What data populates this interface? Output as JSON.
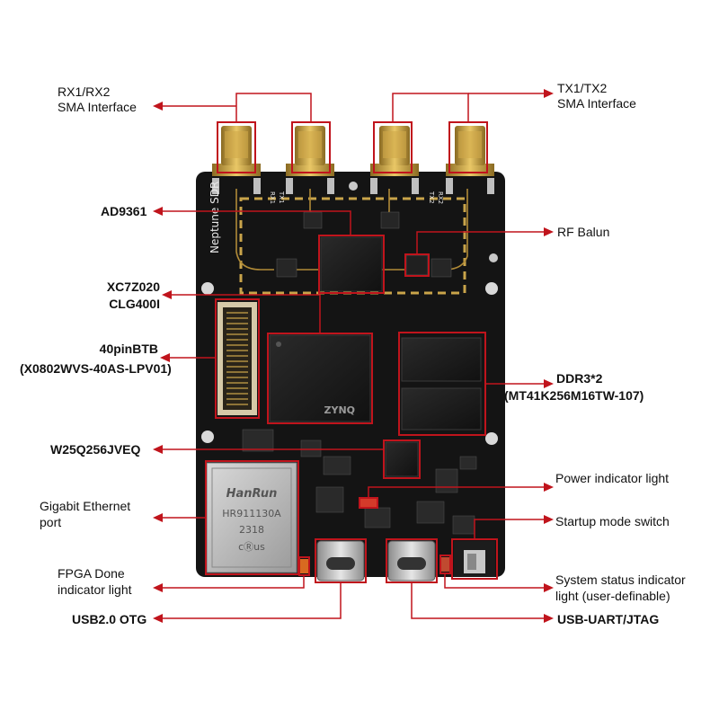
{
  "colors": {
    "callout": "#c0141c",
    "board": "#141414",
    "gold": "#c9a44a"
  },
  "labels": {
    "rx_sma": [
      "RX1/RX2",
      "SMA Interface"
    ],
    "tx_sma": [
      "TX1/TX2",
      "SMA Interface"
    ],
    "ad9361": "AD9361",
    "rf_balun": "RF Balun",
    "fpga": [
      "XC7Z020",
      "CLG400I"
    ],
    "btb": [
      "40pinBTB",
      "(X0802WVS-40AS-LPV01)"
    ],
    "ddr": [
      "DDR3*2",
      "(MT41K256M16TW-107)"
    ],
    "flash": "W25Q256JVEQ",
    "power_led": "Power indicator light",
    "ethernet": [
      "Gigabit Ethernet",
      "port"
    ],
    "startup_switch": "Startup mode switch",
    "fpga_done": [
      "FPGA Done",
      "indicator light"
    ],
    "status_led": [
      "System status indicator",
      "light (user-definable)"
    ],
    "usb_otg": "USB2.0 OTG",
    "usb_uart": "USB-UART/JTAG"
  },
  "board_print": {
    "name": "Neptune SDR",
    "rx_pins": [
      "RX1",
      "TX1"
    ],
    "tx_pins": [
      "TX2",
      "RX2"
    ],
    "zynq": "ZYNQ",
    "magjack_brand": "HanRun",
    "magjack_part": "HR911130A",
    "magjack_date": "2318",
    "magjack_cert": "cⓇus"
  }
}
